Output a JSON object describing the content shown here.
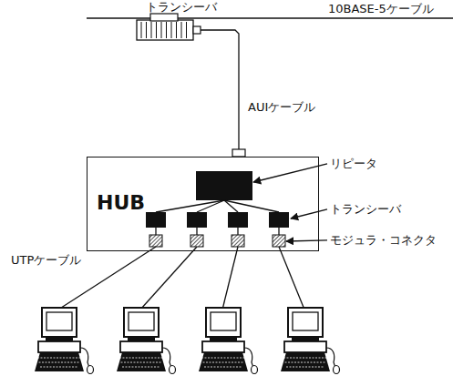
{
  "diagram": {
    "nodes": [
      {
        "text": [
          "HUB"
        ]
      }
    ],
    "labels": [
      "トランシーバ",
      "10BASE-5ケーブル",
      "AUIケーブル",
      "リピータ",
      "トランシーバ",
      "モジュラ・コネクタ",
      "UTPケーブル"
    ]
  }
}
